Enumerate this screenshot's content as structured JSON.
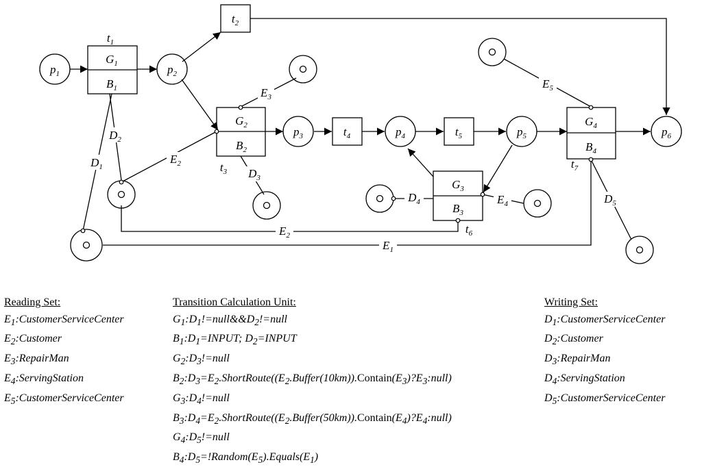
{
  "places": {
    "p1": {
      "base": "p",
      "sub": "1"
    },
    "p2": {
      "base": "p",
      "sub": "2"
    },
    "p3": {
      "base": "p",
      "sub": "3"
    },
    "p4": {
      "base": "p",
      "sub": "4"
    },
    "p5": {
      "base": "p",
      "sub": "5"
    },
    "p6": {
      "base": "p",
      "sub": "6"
    }
  },
  "transitions": {
    "t1": {
      "base": "t",
      "sub": "1",
      "guard": {
        "base": "G",
        "sub": "1"
      },
      "body": {
        "base": "B",
        "sub": "1"
      }
    },
    "t2": {
      "base": "t",
      "sub": "2"
    },
    "t3": {
      "base": "t",
      "sub": "3",
      "guard": {
        "base": "G",
        "sub": "2"
      },
      "body": {
        "base": "B",
        "sub": "2"
      }
    },
    "t4": {
      "base": "t",
      "sub": "4"
    },
    "t5": {
      "base": "t",
      "sub": "5"
    },
    "t6": {
      "base": "t",
      "sub": "6",
      "guard": {
        "base": "G",
        "sub": "3"
      },
      "body": {
        "base": "B",
        "sub": "3"
      }
    },
    "t7": {
      "base": "t",
      "sub": "7",
      "guard": {
        "base": "G",
        "sub": "4"
      },
      "body": {
        "base": "B",
        "sub": "4"
      }
    }
  },
  "edge_labels": {
    "E1": {
      "base": "E",
      "sub": "1"
    },
    "E2a": {
      "base": "E",
      "sub": "2"
    },
    "E2b": {
      "base": "E",
      "sub": "2"
    },
    "E3": {
      "base": "E",
      "sub": "3"
    },
    "E4": {
      "base": "E",
      "sub": "4"
    },
    "E5": {
      "base": "E",
      "sub": "5"
    },
    "D1": {
      "base": "D",
      "sub": "1"
    },
    "D2": {
      "base": "D",
      "sub": "2"
    },
    "D3": {
      "base": "D",
      "sub": "3"
    },
    "D4": {
      "base": "D",
      "sub": "4"
    },
    "D5": {
      "base": "D",
      "sub": "5"
    }
  },
  "reading_set": {
    "title": "Reading Set:",
    "items": [
      {
        "base": "E",
        "sub": "1",
        "text": ":CustomerServiceCenter"
      },
      {
        "base": "E",
        "sub": "2",
        "text": ":Customer"
      },
      {
        "base": "E",
        "sub": "3",
        "text": ":RepairMan"
      },
      {
        "base": "E",
        "sub": "4",
        "text": ":ServingStation"
      },
      {
        "base": "E",
        "sub": "5",
        "text": ":CustomerServiceCenter"
      }
    ]
  },
  "calc_unit": {
    "title": "Transition Calculation Unit:",
    "lines": [
      [
        [
          "t",
          "G"
        ],
        [
          "s",
          "1"
        ],
        [
          "t",
          ":D"
        ],
        [
          "s",
          "1"
        ],
        [
          "t",
          "!=null&&D"
        ],
        [
          "s",
          "2"
        ],
        [
          "t",
          "!=null"
        ]
      ],
      [
        [
          "t",
          "B"
        ],
        [
          "s",
          "1"
        ],
        [
          "t",
          ":D"
        ],
        [
          "s",
          "1"
        ],
        [
          "t",
          "=INPUT; D"
        ],
        [
          "s",
          "2"
        ],
        [
          "t",
          "=INPUT"
        ]
      ],
      [
        [
          "t",
          "G"
        ],
        [
          "s",
          "2"
        ],
        [
          "t",
          ":D"
        ],
        [
          "s",
          "3"
        ],
        [
          "t",
          "!=null"
        ]
      ],
      [
        [
          "t",
          "B"
        ],
        [
          "s",
          "2"
        ],
        [
          "t",
          ":D"
        ],
        [
          "s",
          "3"
        ],
        [
          "t",
          "=E"
        ],
        [
          "s",
          "2"
        ],
        [
          "t",
          ".ShortRoute((E"
        ],
        [
          "s",
          "2"
        ],
        [
          "t",
          ".Buffer(10km))."
        ],
        [
          "u",
          "Contain"
        ],
        [
          "t",
          "(E"
        ],
        [
          "s",
          "3"
        ],
        [
          "t",
          ")?E"
        ],
        [
          "s",
          "3"
        ],
        [
          "t",
          ":null)"
        ]
      ],
      [
        [
          "t",
          "G"
        ],
        [
          "s",
          "3"
        ],
        [
          "t",
          ":D"
        ],
        [
          "s",
          "4"
        ],
        [
          "t",
          "!=null"
        ]
      ],
      [
        [
          "t",
          "B"
        ],
        [
          "s",
          "3"
        ],
        [
          "t",
          ":D"
        ],
        [
          "s",
          "4"
        ],
        [
          "t",
          "=E"
        ],
        [
          "s",
          "2"
        ],
        [
          "t",
          ".ShortRoute((E"
        ],
        [
          "s",
          "2"
        ],
        [
          "t",
          ".Buffer(50km))."
        ],
        [
          "u",
          "Contain"
        ],
        [
          "t",
          "(E"
        ],
        [
          "s",
          "4"
        ],
        [
          "t",
          ")?E"
        ],
        [
          "s",
          "4"
        ],
        [
          "t",
          ":null)"
        ]
      ],
      [
        [
          "t",
          "G"
        ],
        [
          "s",
          "4"
        ],
        [
          "t",
          ":D"
        ],
        [
          "s",
          "5"
        ],
        [
          "t",
          "!=null"
        ]
      ],
      [
        [
          "t",
          "B"
        ],
        [
          "s",
          "4"
        ],
        [
          "t",
          ":D"
        ],
        [
          "s",
          "5"
        ],
        [
          "t",
          "=!Random(E"
        ],
        [
          "s",
          "5"
        ],
        [
          "t",
          ").Equals(E"
        ],
        [
          "s",
          "1"
        ],
        [
          "t",
          ")"
        ]
      ]
    ]
  },
  "writing_set": {
    "title": "Writing Set:",
    "items": [
      {
        "base": "D",
        "sub": "1",
        "text": ":CustomerServiceCenter"
      },
      {
        "base": "D",
        "sub": "2",
        "text": ":Customer"
      },
      {
        "base": "D",
        "sub": "3",
        "text": ":RepairMan"
      },
      {
        "base": "D",
        "sub": "4",
        "text": ":ServingStation"
      },
      {
        "base": "D",
        "sub": "5",
        "text": ":CustomerServiceCenter"
      }
    ]
  }
}
